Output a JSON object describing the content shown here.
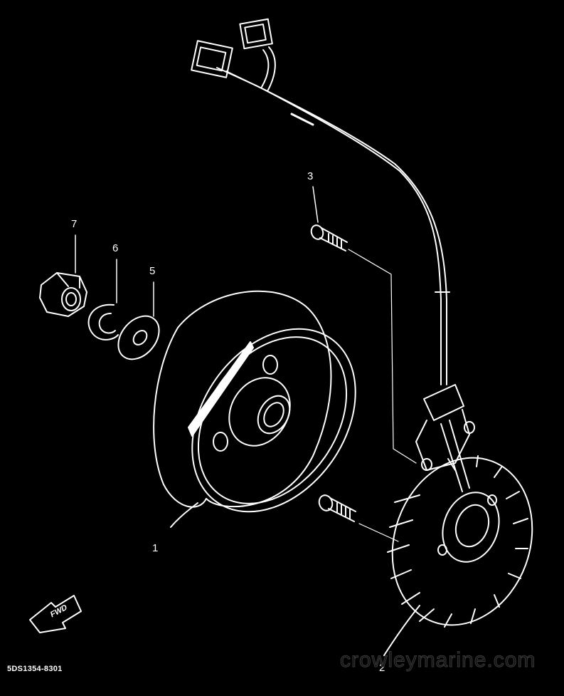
{
  "diagram": {
    "background": "#000000",
    "line_color": "#ffffff",
    "parts": [
      {
        "id": "flywheel",
        "number": "1"
      },
      {
        "id": "stator",
        "number": "2"
      },
      {
        "id": "screw",
        "number": "3"
      },
      {
        "id": "washer",
        "number": "5"
      },
      {
        "id": "lock-washer",
        "number": "6"
      },
      {
        "id": "nut",
        "number": "7"
      }
    ],
    "direction_badge": "FWD",
    "reference_code": "5DS1354-8301",
    "watermark": "crowleymarine.com"
  }
}
